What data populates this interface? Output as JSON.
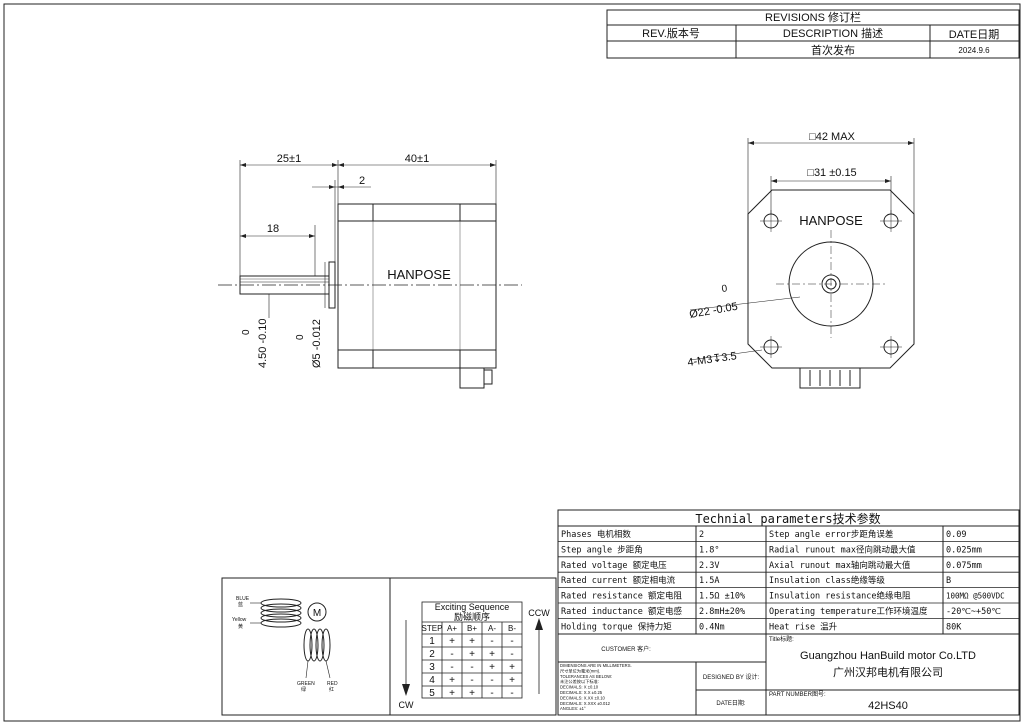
{
  "revisions": {
    "header": "REVISIONS 修订栏",
    "col_rev": "REV.版本号",
    "col_desc": "DESCRIPTION 描述",
    "col_date": "DATE日期",
    "row_desc": "首次发布",
    "row_date": "2024.9.6"
  },
  "side_view": {
    "dim_total": "25±1",
    "dim_body": "40±1",
    "dim_flange": "2",
    "dim_shaft": "18",
    "dim_flat_tol": "0",
    "dim_flat": "4.50 -0.10",
    "dim_dia_tol": "0",
    "dim_dia": "Ø5 -0.012",
    "brand": "HANPOSE"
  },
  "front_view": {
    "dim_outer": "□42 MAX",
    "dim_holes": "□31 ±0.15",
    "brand": "HANPOSE",
    "dim_boss_tol": "0",
    "dim_boss": "Ø22 -0.05",
    "dim_thread": "4-M3↧3.5"
  },
  "params": {
    "title": "Technial parameters技术参数",
    "rows": [
      [
        "Phases 电机相数",
        "2",
        "Step angle error步距角误差",
        "0.09"
      ],
      [
        "Step angle 步距角",
        "1.8°",
        "Radial runout max径向跳动最大值",
        "0.025mm"
      ],
      [
        "Rated voltage 额定电压",
        "2.3V",
        "Axial runout max轴向跳动最大值",
        "0.075mm"
      ],
      [
        "Rated current 额定相电流",
        "1.5A",
        "Insulation class绝缘等级",
        "B"
      ],
      [
        "Rated resistance 额定电阻",
        "1.5Ω ±10%",
        "Insulation resistance绝缘电阻",
        "100MΩ @500VDC"
      ],
      [
        "Rated inductance 额定电感",
        "2.8mH±20%",
        "Operating temperature工作环境温度",
        "-20℃~+50℃"
      ],
      [
        "Holding torque 保持力矩",
        "0.4Nm",
        "Heat rise 温升",
        "80K"
      ]
    ]
  },
  "wiring": {
    "blue": "BLUE",
    "blue_cn": "蓝",
    "yellow": "Yellow",
    "yellow_cn": "黄",
    "motor": "M",
    "green": "GREEN",
    "green_cn": "绿",
    "red": "RED",
    "red_cn": "红"
  },
  "sequence": {
    "title": "Exciting Sequence",
    "title_cn": "励磁顺序",
    "ccw": "CCW",
    "cw": "CW",
    "headers": [
      "STEP",
      "A+",
      "B+",
      "A-",
      "B-"
    ],
    "rows": [
      [
        "1",
        "+",
        "+",
        "-",
        "-"
      ],
      [
        "2",
        "-",
        "+",
        "+",
        "-"
      ],
      [
        "3",
        "-",
        "-",
        "+",
        "+"
      ],
      [
        "4",
        "+",
        "-",
        "-",
        "+"
      ],
      [
        "5",
        "+",
        "+",
        "-",
        "-"
      ]
    ]
  },
  "title_block": {
    "customer": "CUSTOMER 客户:",
    "tolerance_lines": [
      "DIMENSIONS ARE IN MILLIMETERS.",
      "尺寸单位为毫米(mm).",
      "TOLERANCES AS BELOW:",
      "未注公差按以下标准:",
      "DECIMALS: X    ±0.10",
      "DECIMALS: X.X   ±0.25",
      "DECIMALS: X.XX  ±0.10",
      "DECIMALS: X.XXX ±0.012",
      "ANGLES:   ±1°"
    ],
    "designed_by": "DESIGNED BY 设计:",
    "date_label": "DATE日期:",
    "title_label": "Title标题:",
    "company_en": "Guangzhou HanBuild motor Co.LTD",
    "company_cn": "广州汉邦电机有限公司",
    "part_label": "PART NUMBER图号:",
    "part_number": "42HS40"
  }
}
